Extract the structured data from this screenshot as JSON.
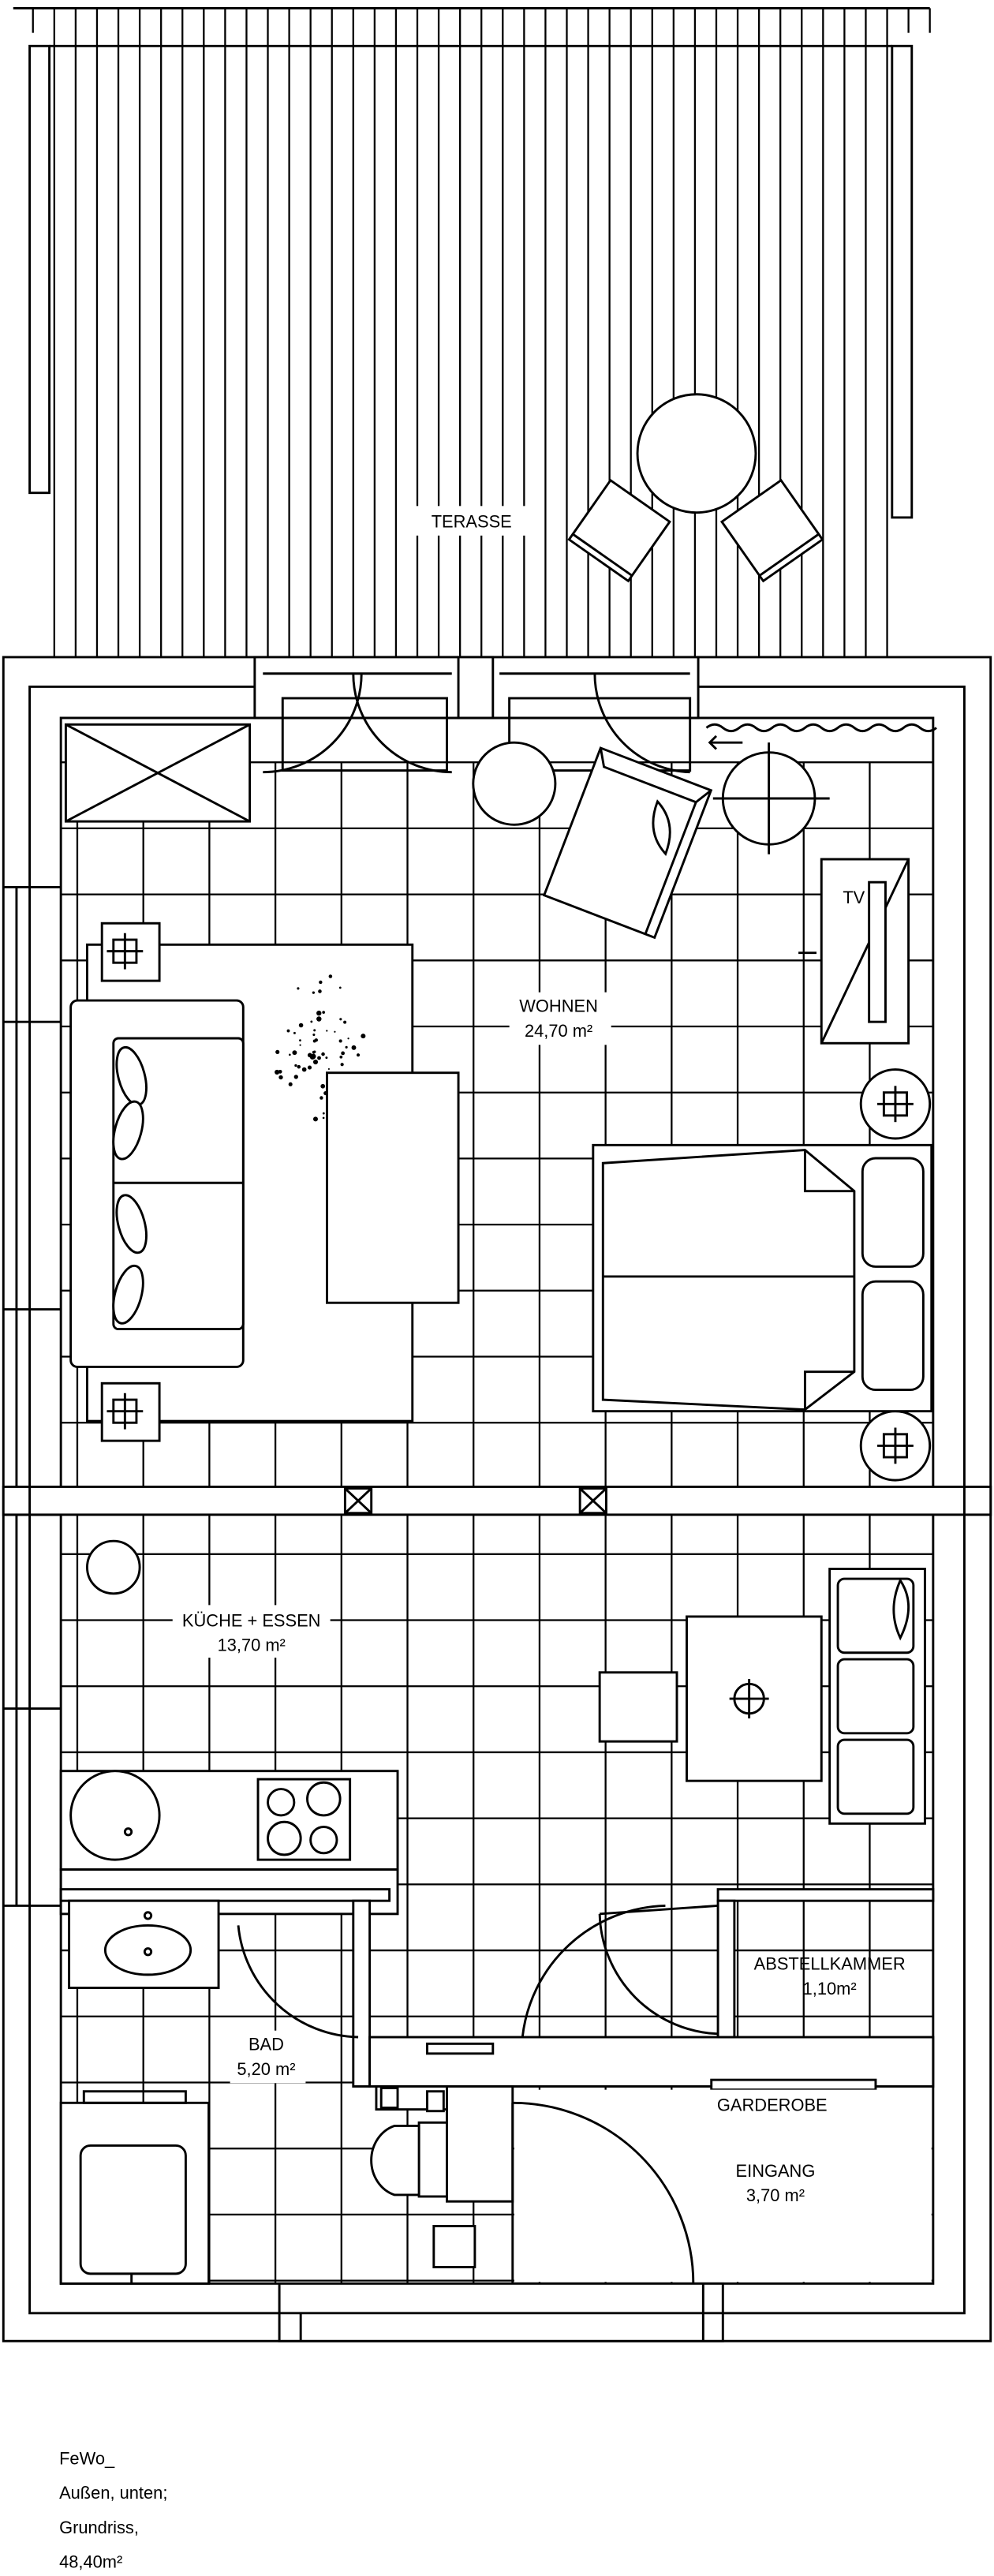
{
  "rooms": {
    "terrace": {
      "name": "TERASSE"
    },
    "living": {
      "name": "WOHNEN",
      "area": "24,70 m²"
    },
    "kitchen": {
      "name": "KÜCHE + ESSEN",
      "area": "13,70 m²"
    },
    "storage": {
      "name": "ABSTELLKAMMER",
      "area": "1,10m²"
    },
    "bath": {
      "name": "BAD",
      "area": "5,20 m²"
    },
    "wardrobe": {
      "name": "GARDEROBE"
    },
    "entrance": {
      "name": "EINGANG",
      "area": "3,70 m²"
    }
  },
  "furniture": {
    "tv_label": "TV"
  },
  "caption": {
    "line1": "FeWo_",
    "line2": "Außen, unten;",
    "line3": "Grundriss,",
    "line4": "48,40m²"
  }
}
